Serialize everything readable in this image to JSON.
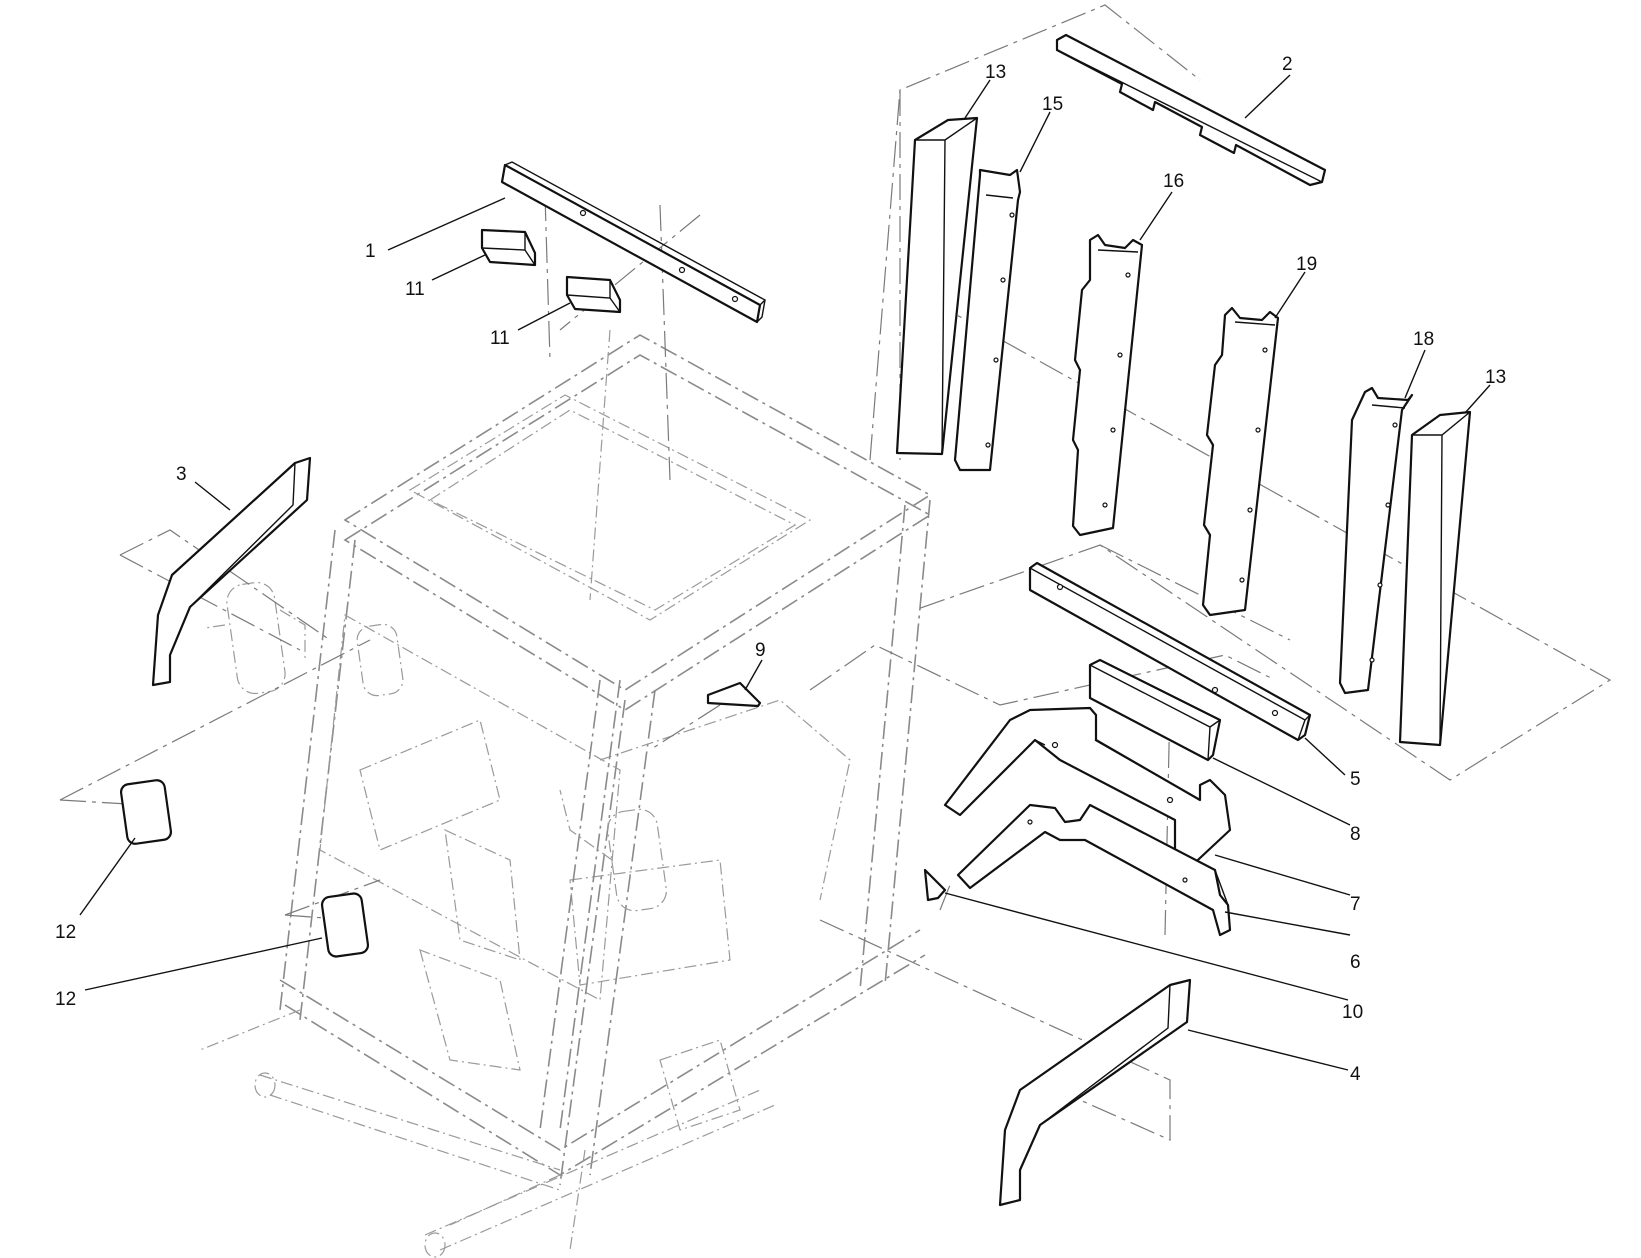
{
  "diagram": {
    "callouts": [
      {
        "label": "1"
      },
      {
        "label": "2"
      },
      {
        "label": "3"
      },
      {
        "label": "4"
      },
      {
        "label": "5"
      },
      {
        "label": "6"
      },
      {
        "label": "7"
      },
      {
        "label": "8"
      },
      {
        "label": "9"
      },
      {
        "label": "10"
      },
      {
        "label": "11"
      },
      {
        "label": "11"
      },
      {
        "label": "12"
      },
      {
        "label": "12"
      },
      {
        "label": "13"
      },
      {
        "label": "13"
      },
      {
        "label": "15"
      },
      {
        "label": "16"
      },
      {
        "label": "18"
      },
      {
        "label": "19"
      }
    ]
  }
}
